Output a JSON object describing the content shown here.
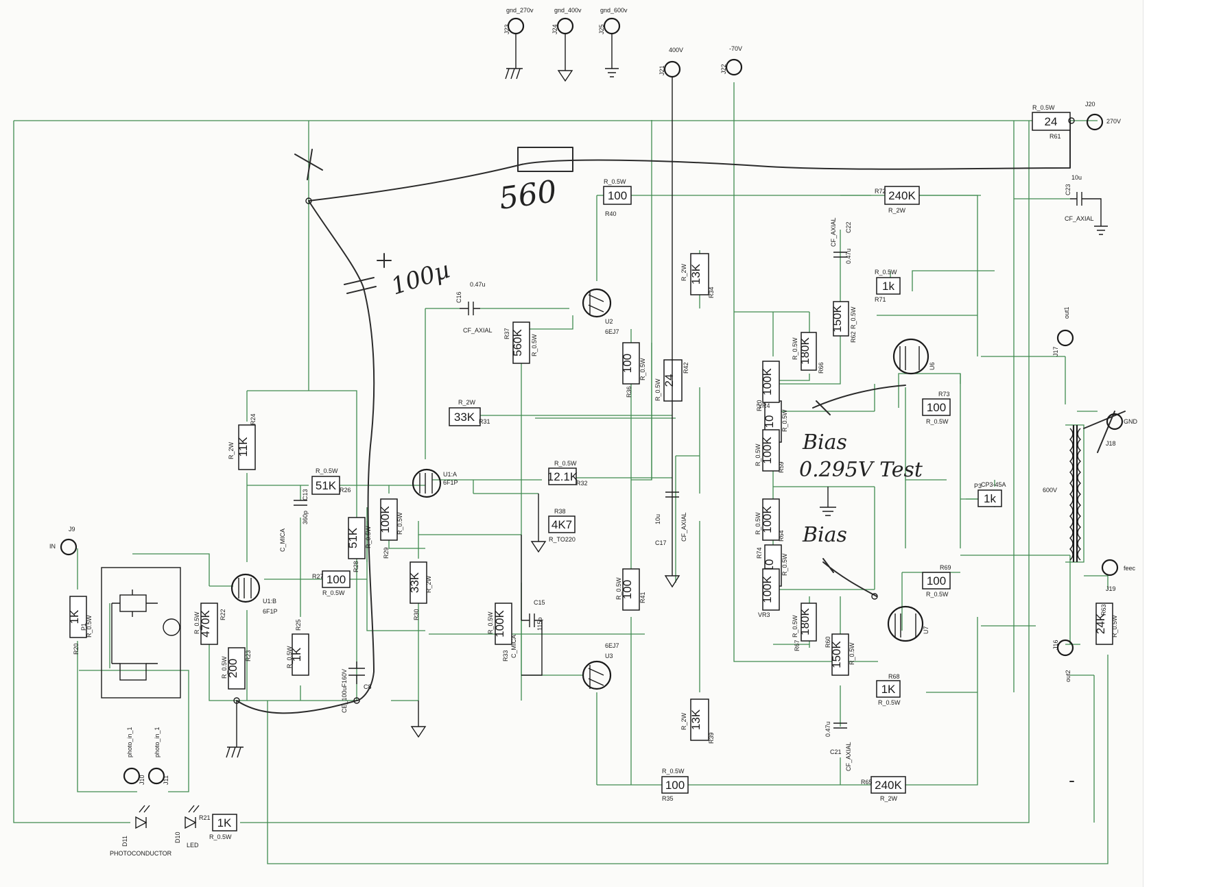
{
  "schematic": {
    "resistors": [
      {
        "ref": "R61",
        "value": "24",
        "note": "R_0.5W"
      },
      {
        "ref": "R40",
        "value": "100",
        "note": "R_0.5W"
      },
      {
        "ref": "R72",
        "value": "240K",
        "note": "R_2W"
      },
      {
        "ref": "R71",
        "value": "1k",
        "note": "R_0.5W"
      },
      {
        "ref": "R62",
        "value": "150K",
        "note": "R_0.5W"
      },
      {
        "ref": "R66",
        "value": "180K",
        "note": "R_0.5W"
      },
      {
        "ref": "R34",
        "value": "13K",
        "note": "R_2W"
      },
      {
        "ref": "R42",
        "value": "24",
        "note": "R_0.5W"
      },
      {
        "ref": "R37",
        "value": "560K",
        "note": "R_0.5W"
      },
      {
        "ref": "R36",
        "value": "100",
        "note": "R_0.5W"
      },
      {
        "ref": "R31",
        "value": "33K",
        "note": "R_2W"
      },
      {
        "ref": "R32",
        "value": "12.1K",
        "note": "R_0.5W"
      },
      {
        "ref": "R38",
        "value": "4K7",
        "note": "R_TO220"
      },
      {
        "ref": "R24",
        "value": "11K",
        "note": "R_2W"
      },
      {
        "ref": "R26",
        "value": "51K",
        "note": "R_0.5W"
      },
      {
        "ref": "R28",
        "value": "51K",
        "note": "R_0.5W"
      },
      {
        "ref": "R29",
        "value": "100K",
        "note": "R_0.5W"
      },
      {
        "ref": "R30",
        "value": "33K",
        "note": "R_2W"
      },
      {
        "ref": "R27",
        "value": "100",
        "note": "R_0.5W"
      },
      {
        "ref": "R22",
        "value": "470K",
        "note": "R_0.5W"
      },
      {
        "ref": "R23",
        "value": "200",
        "note": "R_0.5W"
      },
      {
        "ref": "R25",
        "value": "1K",
        "note": "R_0.5W"
      },
      {
        "ref": "R20",
        "value": "1K",
        "note": "R_0.5W"
      },
      {
        "ref": "R21",
        "value": "1K",
        "note": "R_0.5W"
      },
      {
        "ref": "R33",
        "value": "100K",
        "note": "R_0.5W"
      },
      {
        "ref": "R41",
        "value": "100",
        "note": "R_0.5W"
      },
      {
        "ref": "R39",
        "value": "13K",
        "note": "R_2W"
      },
      {
        "ref": "R35",
        "value": "100",
        "note": "R_0.5W"
      },
      {
        "ref": "R65",
        "value": "240K",
        "note": "R_2W"
      },
      {
        "ref": "R70",
        "value": "10",
        "note": "R_0.5W"
      },
      {
        "ref": "R74",
        "value": "10",
        "note": "R_0.5W"
      },
      {
        "ref": "R73",
        "value": "100",
        "note": "R_0.5W"
      },
      {
        "ref": "R69",
        "value": "100",
        "note": "R_0.5W"
      },
      {
        "ref": "R68",
        "value": "1K",
        "note": "R_0.5W"
      },
      {
        "ref": "R60",
        "value": "150K",
        "note": "R_0.5W"
      },
      {
        "ref": "R67",
        "value": "180K",
        "note": "R_0.5W"
      },
      {
        "ref": "R63",
        "value": "24K",
        "note": "R_0.5W"
      },
      {
        "ref": "VR4",
        "value": "100K",
        "note": ""
      },
      {
        "ref": "R59",
        "value": "100K",
        "note": "R_0.5W"
      },
      {
        "ref": "R64",
        "value": "100K",
        "note": "R_0.5W"
      },
      {
        "ref": "VR3",
        "value": "100K",
        "note": ""
      }
    ],
    "connectors": [
      {
        "ref": "J23",
        "name": "gnd_270v"
      },
      {
        "ref": "J24",
        "name": "gnd_400v"
      },
      {
        "ref": "J25",
        "name": "gnd_600v"
      },
      {
        "ref": "J21",
        "name": "400V"
      },
      {
        "ref": "J22",
        "name": "-70V"
      },
      {
        "ref": "J20",
        "name": "270V"
      },
      {
        "ref": "J17",
        "name": "out1"
      },
      {
        "ref": "J16",
        "name": "out2"
      },
      {
        "ref": "J18",
        "name": "GND"
      },
      {
        "ref": "J19",
        "name": "feec"
      },
      {
        "ref": "J9",
        "name": "IN"
      },
      {
        "ref": "J10",
        "name": "photo_in_1"
      },
      {
        "ref": "J11",
        "name": "photo_in_1"
      }
    ],
    "capacitors": [
      {
        "ref": "C16",
        "value": "0.47u",
        "type": "CF_AXIAL"
      },
      {
        "ref": "C13",
        "value": "360p",
        "type": "C_MICA"
      },
      {
        "ref": "C15",
        "value": "115p",
        "type": "C_MICA"
      },
      {
        "ref": "C17",
        "value": "10u",
        "type": "CF_AXIAL"
      },
      {
        "ref": "C22",
        "value": "0.47u",
        "type": "CF_AXIAL"
      },
      {
        "ref": "C21",
        "value": "0.47u",
        "type": "CF_AXIAL"
      },
      {
        "ref": "C23",
        "value": "10u",
        "type": "CF_AXIAL"
      },
      {
        "ref": "C8",
        "value": "CE_100uF160V",
        "type": ""
      }
    ],
    "tubes": [
      {
        "ref": "U1:A",
        "type": "6F1P"
      },
      {
        "ref": "U1:B",
        "type": "6F1P"
      },
      {
        "ref": "U2",
        "type": "6EJ7"
      },
      {
        "ref": "U3",
        "type": "6EJ7"
      },
      {
        "ref": "U6",
        "type": ""
      },
      {
        "ref": "U7",
        "type": ""
      }
    ],
    "misc": {
      "p3_ref": "P3",
      "p3_type": "CP3-45A",
      "p3_value": "1k",
      "p1_ref": "P1",
      "photoconductor_ref": "D11",
      "photoconductor_label": "PHOTOCONDUCTOR",
      "led_ref": "D10",
      "led_label": "LED",
      "transformer_tap": "600V"
    },
    "handwritten": {
      "resistor_value": "560",
      "capacitor_value": "100µ",
      "bias_note_1": "Bias",
      "bias_note_2": "0.295V Test",
      "bias_note_3": "Bias"
    }
  },
  "colors": {
    "wire": "#3f8a4f",
    "ink": "#1a1a1a",
    "paper": "#fbfbf9"
  }
}
